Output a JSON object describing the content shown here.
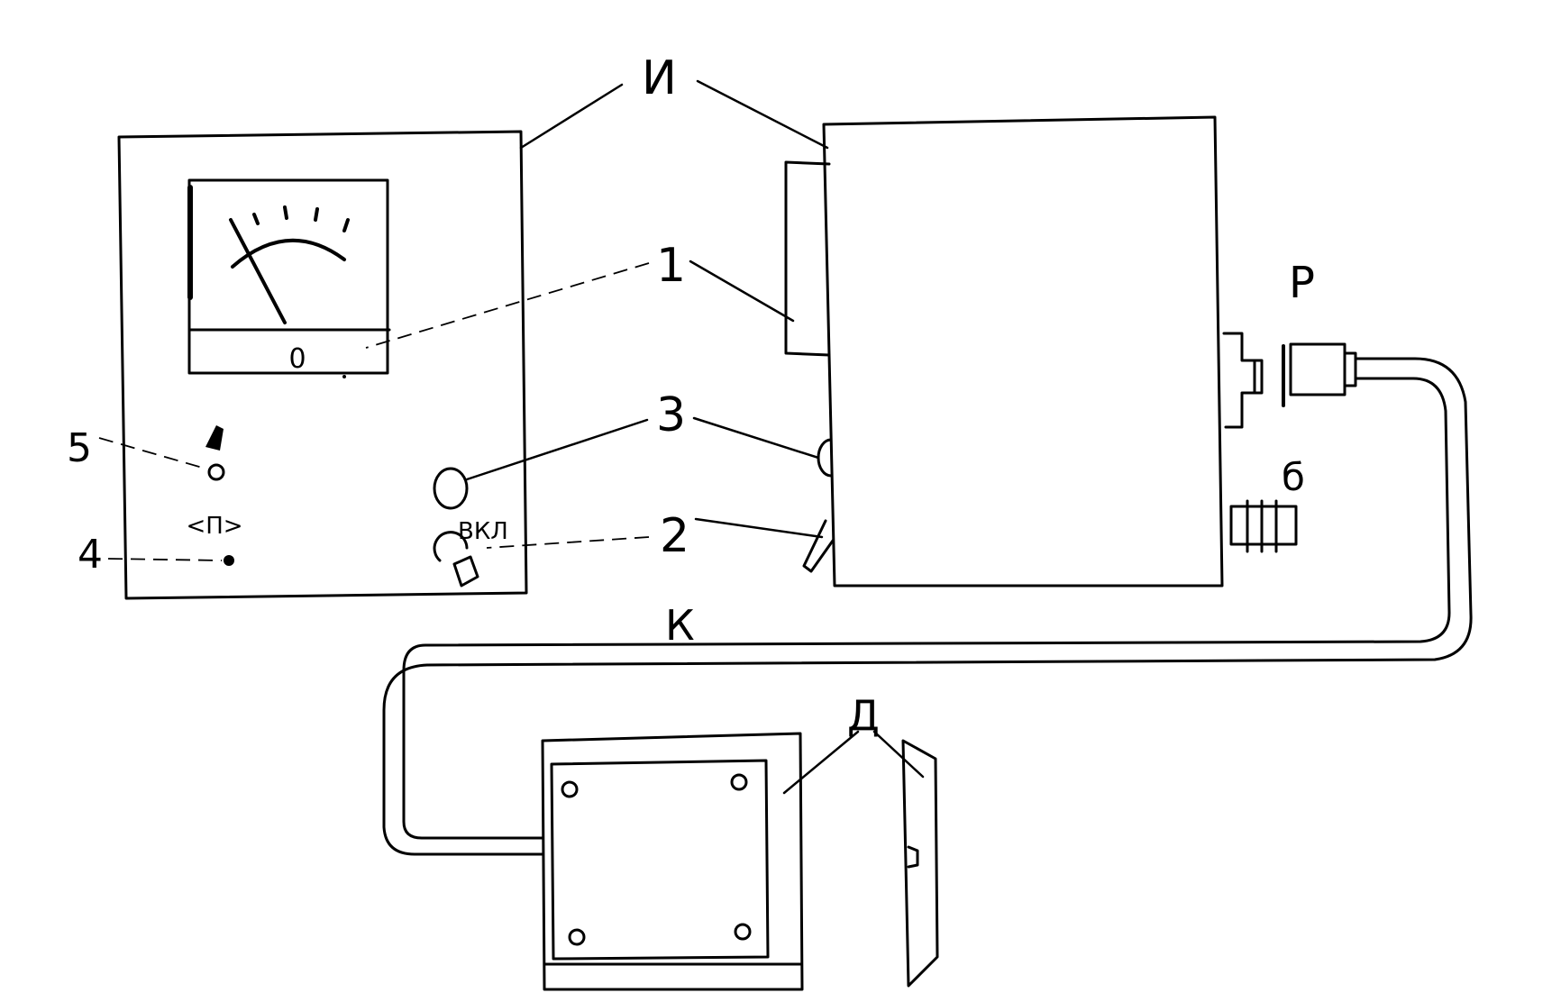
{
  "labels": {
    "device_label": "И",
    "cable_label": "К",
    "connector_label": "Р",
    "sensor_label": "Д",
    "part_label_b": "б",
    "callout_1": "1",
    "callout_2": "2",
    "callout_3": "3",
    "callout_4": "4",
    "callout_5": "5",
    "switch_text": "ВКЛ",
    "meter_zero": "0",
    "lamp_mark": "<П>"
  }
}
